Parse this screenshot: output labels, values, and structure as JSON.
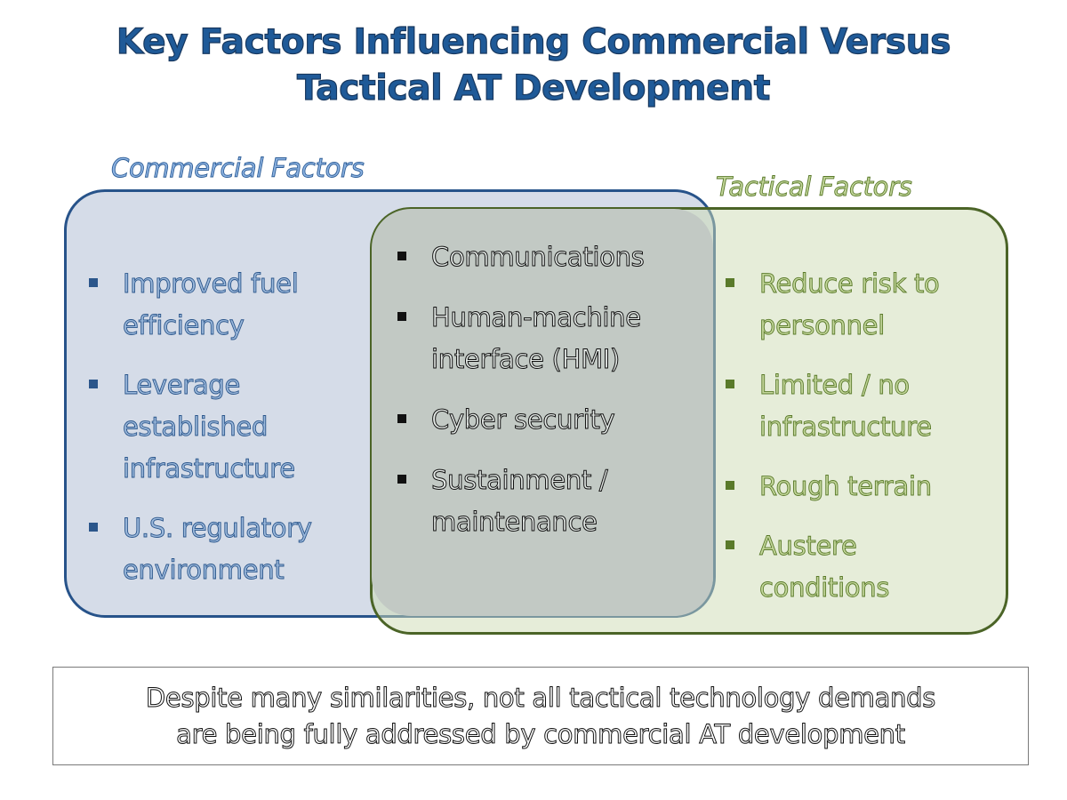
{
  "title": {
    "line1": "Key Factors Influencing Commercial Versus",
    "line2": "Tactical AT Development"
  },
  "commercial": {
    "label": "Commercial Factors",
    "items": [
      "Improved fuel efficiency",
      "Leverage established infrastructure",
      "U.S. regulatory environment"
    ]
  },
  "shared": {
    "items": [
      "Communications",
      "Human-machine interface (HMI)",
      "Cyber security",
      "Sustainment / maintenance"
    ]
  },
  "tactical": {
    "label": "Tactical Factors",
    "items": [
      "Reduce risk to personnel",
      "Limited / no infrastructure",
      "Rough terrain",
      "Austere conditions"
    ]
  },
  "conclusion": {
    "line1": "Despite many similarities, not all tactical technology demands",
    "line2": "are being fully addressed by commercial AT development"
  },
  "colors": {
    "title": "#1f5a98",
    "commercial": "#27538a",
    "tactical": "#4b6427",
    "overlap": "#c2c9c4"
  }
}
